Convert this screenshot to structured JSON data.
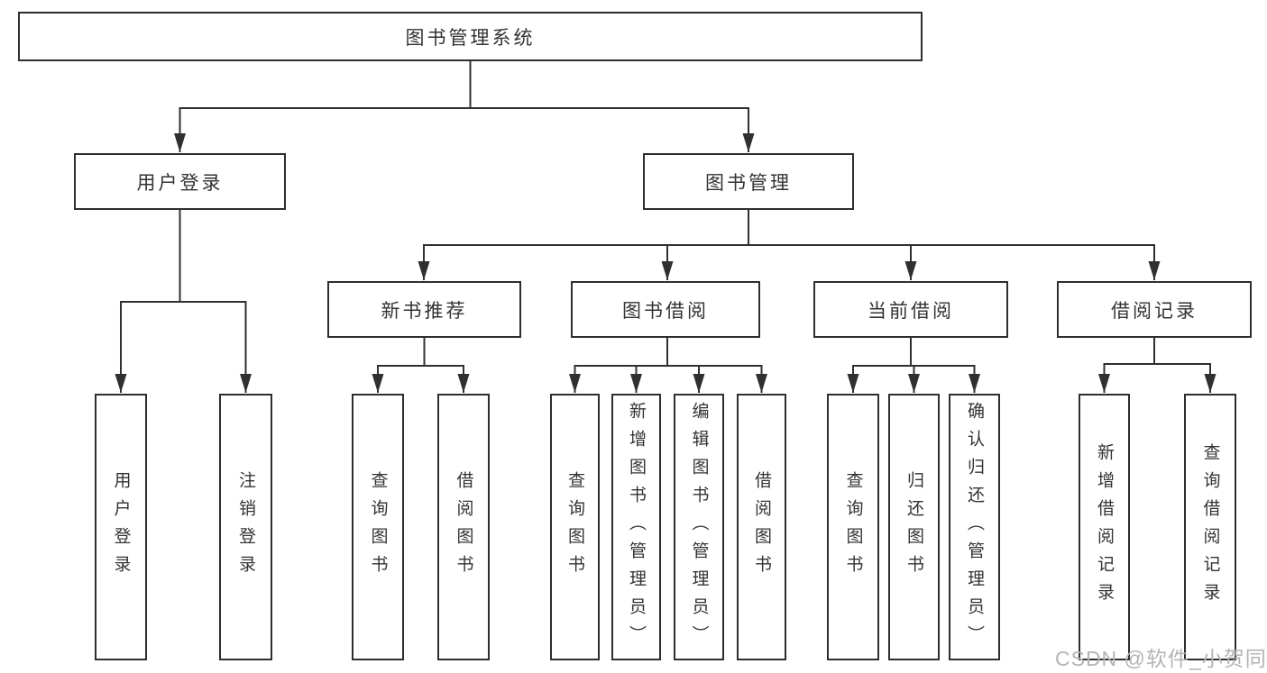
{
  "tree": {
    "root": {
      "label": "图书管理系统",
      "children": [
        {
          "label": "用户登录",
          "children": [
            {
              "label": "用户登录"
            },
            {
              "label": "注销登录"
            }
          ]
        },
        {
          "label": "图书管理",
          "children": [
            {
              "label": "新书推荐",
              "children": [
                {
                  "label": "查询图书"
                },
                {
                  "label": "借阅图书"
                }
              ]
            },
            {
              "label": "图书借阅",
              "children": [
                {
                  "label": "查询图书"
                },
                {
                  "label": "新增图书（管理员）"
                },
                {
                  "label": "编辑图书（管理员）"
                },
                {
                  "label": "借阅图书"
                }
              ]
            },
            {
              "label": "当前借阅",
              "children": [
                {
                  "label": "查询图书"
                },
                {
                  "label": "归还图书"
                },
                {
                  "label": "确认归还（管理员）"
                }
              ]
            },
            {
              "label": "借阅记录",
              "children": [
                {
                  "label": "新增借阅记录"
                },
                {
                  "label": "查询借阅记录"
                }
              ]
            }
          ]
        }
      ]
    }
  },
  "watermark": {
    "text": "CSDN @软件_小贺同学"
  },
  "colors": {
    "line": "#303030",
    "box_border": "#2e2e2e",
    "text": "#333333",
    "watermark": "#b4b4b4",
    "background": "#ffffff"
  }
}
